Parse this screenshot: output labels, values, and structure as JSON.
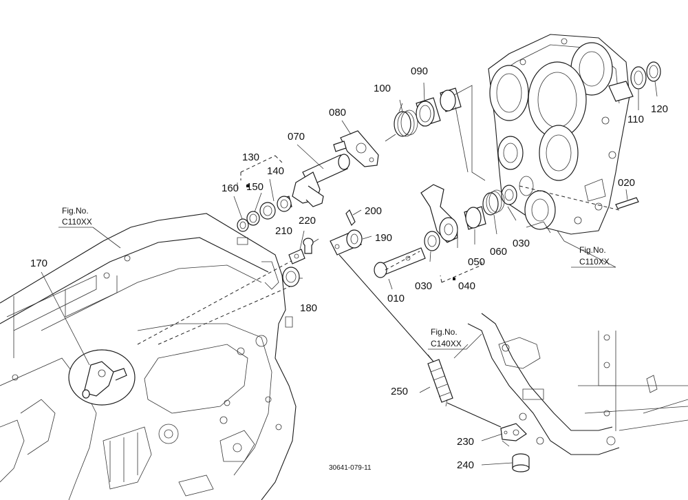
{
  "parts": [
    {
      "id": "p010",
      "label": "010"
    },
    {
      "id": "p020",
      "label": "020"
    },
    {
      "id": "p030a",
      "label": "030"
    },
    {
      "id": "p030b",
      "label": "030"
    },
    {
      "id": "p040",
      "label": "040"
    },
    {
      "id": "p050",
      "label": "050"
    },
    {
      "id": "p060",
      "label": "060"
    },
    {
      "id": "p070",
      "label": "070"
    },
    {
      "id": "p080",
      "label": "080"
    },
    {
      "id": "p090",
      "label": "090"
    },
    {
      "id": "p100",
      "label": "100"
    },
    {
      "id": "p110",
      "label": "110"
    },
    {
      "id": "p120",
      "label": "120"
    },
    {
      "id": "p130",
      "label": "130"
    },
    {
      "id": "p140",
      "label": "140"
    },
    {
      "id": "p150",
      "label": "150"
    },
    {
      "id": "p160",
      "label": "160"
    },
    {
      "id": "p170",
      "label": "170"
    },
    {
      "id": "p180",
      "label": "180"
    },
    {
      "id": "p190",
      "label": "190"
    },
    {
      "id": "p200",
      "label": "200"
    },
    {
      "id": "p210",
      "label": "210"
    },
    {
      "id": "p220",
      "label": "220"
    },
    {
      "id": "p230",
      "label": "230"
    },
    {
      "id": "p240",
      "label": "240"
    },
    {
      "id": "p250",
      "label": "250"
    }
  ],
  "fig_refs": [
    {
      "id": "left",
      "line1": "Fig.No.",
      "line2": "C110XX"
    },
    {
      "id": "right",
      "line1": "Fig.No.",
      "line2": "C110XX"
    },
    {
      "id": "bottom",
      "line1": "Fig.No.",
      "line2": "C140XX"
    }
  ],
  "drawing_code": "30641-079-11"
}
